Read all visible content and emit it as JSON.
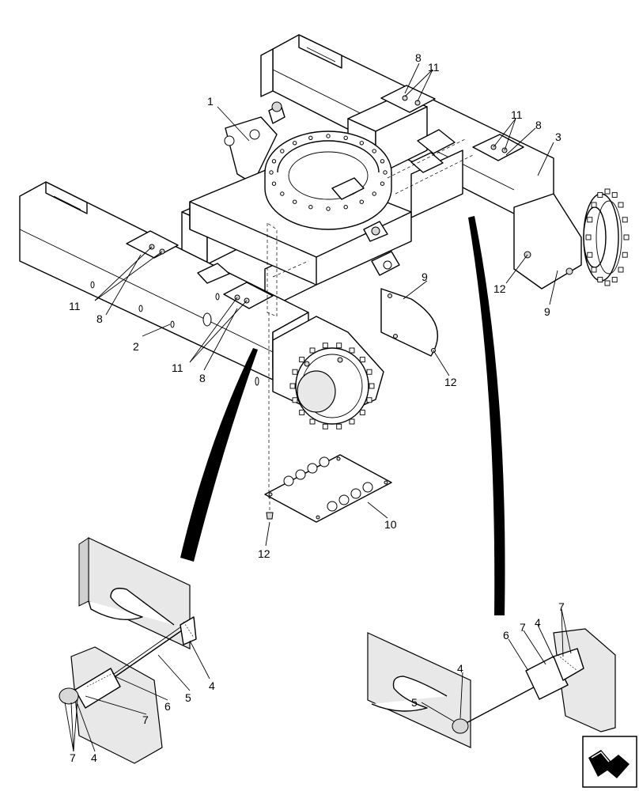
{
  "callouts": [
    {
      "id": "c1",
      "text": "1"
    },
    {
      "id": "c2",
      "text": "2"
    },
    {
      "id": "c3",
      "text": "3"
    },
    {
      "id": "c8a",
      "text": "8"
    },
    {
      "id": "c11a",
      "text": "11"
    },
    {
      "id": "c11b",
      "text": "11"
    },
    {
      "id": "c8b",
      "text": "8"
    },
    {
      "id": "c11c",
      "text": "11"
    },
    {
      "id": "c8c",
      "text": "8"
    },
    {
      "id": "c11d",
      "text": "11"
    },
    {
      "id": "c8d",
      "text": "8"
    },
    {
      "id": "c9a",
      "text": "9"
    },
    {
      "id": "c12a",
      "text": "12"
    },
    {
      "id": "c12b",
      "text": "12"
    },
    {
      "id": "c9b",
      "text": "9"
    },
    {
      "id": "c10",
      "text": "10"
    },
    {
      "id": "c12c",
      "text": "12"
    },
    {
      "id": "c4a",
      "text": "4"
    },
    {
      "id": "c5a",
      "text": "5"
    },
    {
      "id": "c6a",
      "text": "6"
    },
    {
      "id": "c7a",
      "text": "7"
    },
    {
      "id": "c7b",
      "text": "7"
    },
    {
      "id": "c4b",
      "text": "4"
    },
    {
      "id": "c7c",
      "text": "7"
    },
    {
      "id": "c4c",
      "text": "4"
    },
    {
      "id": "c6b",
      "text": "6"
    },
    {
      "id": "c7d",
      "text": "7"
    },
    {
      "id": "c4d",
      "text": "4"
    },
    {
      "id": "c5b",
      "text": "5"
    }
  ],
  "icons": {
    "nav": "arrow-nav-icon"
  }
}
